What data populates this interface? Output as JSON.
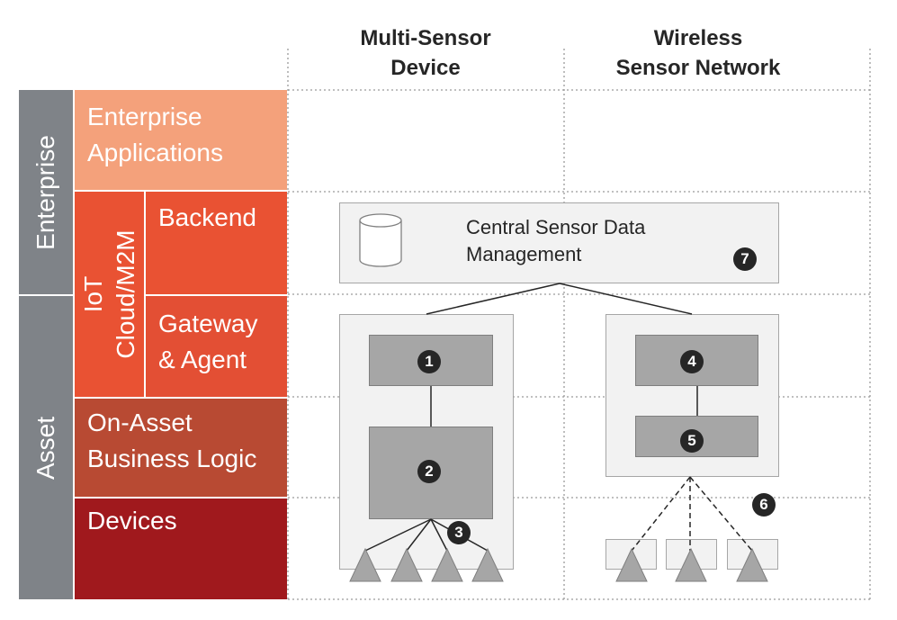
{
  "columns": {
    "multi_sensor": "Multi-Sensor\nDevice",
    "wireless": "Wireless\nSensor Network"
  },
  "groups": {
    "enterprise": "Enterprise",
    "asset": "Asset",
    "iot_cloud": "IoT\nCloud/M2M"
  },
  "layers": {
    "enterprise_apps": "Enterprise\nApplications",
    "backend": "Backend",
    "gateway": "Gateway\n& Agent",
    "on_asset": "On-Asset\nBusiness Logic",
    "devices": "Devices"
  },
  "central": {
    "label": "Central Sensor Data\nManagement",
    "badge": "7"
  },
  "badges": {
    "b1": "1",
    "b2": "2",
    "b3": "3",
    "b4": "4",
    "b5": "5",
    "b6": "6"
  },
  "colors": {
    "group_gray": "#7f8388",
    "enterprise_apps": "#f4a17b",
    "backend": "#e95233",
    "gateway": "#e34f34",
    "on_asset": "#b84a33",
    "devices": "#a0191d",
    "box_light": "#f2f2f2",
    "box_dark": "#a6a6a6",
    "badge": "#262626"
  },
  "icons": {
    "database": "database-icon",
    "sensor": "triangle-sensor-icon"
  }
}
